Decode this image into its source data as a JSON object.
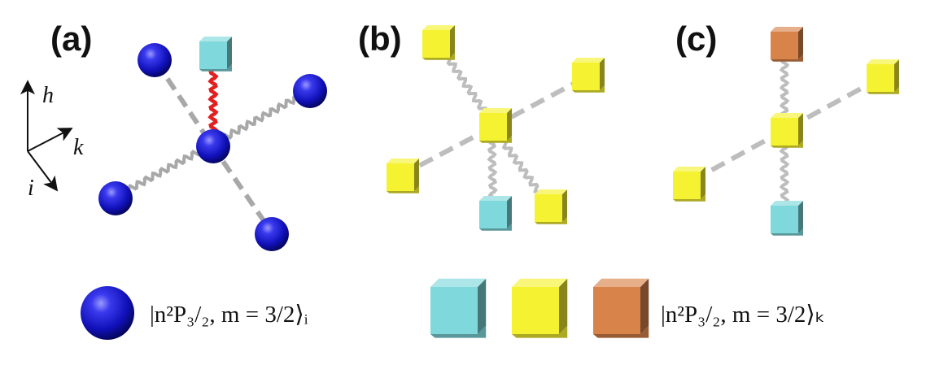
{
  "panels": {
    "a": {
      "label": "(a)"
    },
    "b": {
      "label": "(b)"
    },
    "c": {
      "label": "(c)"
    }
  },
  "axes": {
    "h": "h",
    "k": "k",
    "i": "i"
  },
  "legend": {
    "sphere_state": "|n²P₃/₂, m = 3/2⟩ᵢ",
    "cube_state": "|n²P₃/₂, m = 3/2⟩ₖ"
  },
  "colors": {
    "sphere": "#1a1ad0",
    "cube_yellow": "#f5f232",
    "cube_cyan": "#7fd8dc",
    "cube_orange": "#d8834a",
    "bond_wavy": "#a8a8a8",
    "bond_red": "#e32020",
    "bond_dashed": "#a8a8a8"
  }
}
